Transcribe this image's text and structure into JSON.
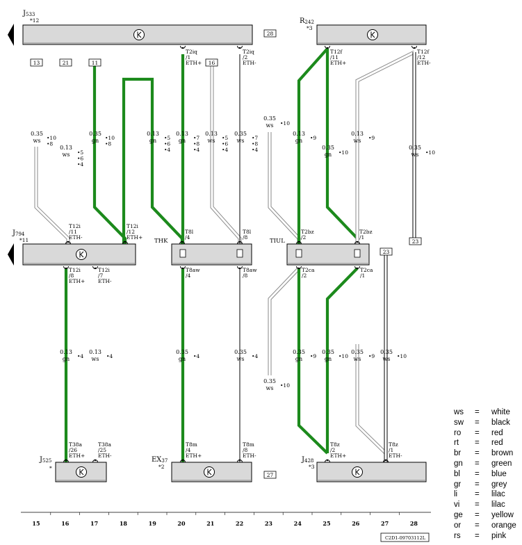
{
  "components": {
    "J533": {
      "name": "J",
      "sub": "533",
      "loc": "12"
    },
    "R242": {
      "name": "R",
      "sub": "242",
      "loc": "3"
    },
    "J794": {
      "name": "J",
      "sub": "794",
      "loc": "11"
    },
    "J525": {
      "name": "J",
      "sub": "525",
      "loc": ""
    },
    "EX37": {
      "name": "EX",
      "sub": "37",
      "loc": "2"
    },
    "J428": {
      "name": "J",
      "sub": "428",
      "loc": "3"
    }
  },
  "connectors": {
    "T2iq_1": [
      "T2iq",
      "/1",
      "ETH+"
    ],
    "T2iq_2": [
      "T2iq",
      "/2",
      "ETH-"
    ],
    "T12f_11": [
      "T12f",
      "/11",
      "ETH+"
    ],
    "T12f_12": [
      "T12f",
      "/12",
      "ETH-"
    ],
    "T12i_11": [
      "T12i",
      "/11",
      "ETH-"
    ],
    "T12i_12": [
      "T12i",
      "/12",
      "ETH+"
    ],
    "T8l_4": [
      "T8l",
      "/4"
    ],
    "T8l_8": [
      "T8l",
      "/8"
    ],
    "T2bz_2": [
      "T2bz",
      "/2"
    ],
    "T2bz_1": [
      "T2bz",
      "/1"
    ],
    "T12i_8": [
      "T12i",
      "/8",
      "ETH+"
    ],
    "T12i_7": [
      "T12i",
      "/7",
      "ETH-"
    ],
    "T8aw_4": [
      "T8aw",
      "/4"
    ],
    "T8aw_8": [
      "T8aw",
      "/8"
    ],
    "T2ca_2": [
      "T2ca",
      "/2"
    ],
    "T2ca_1": [
      "T2ca",
      "/1"
    ],
    "T38a_26": [
      "T38a",
      "/26",
      "ETH+"
    ],
    "T38a_25": [
      "T38a",
      "/25",
      "ETH-"
    ],
    "T8m_4": [
      "T8m",
      "/4",
      "ETH+"
    ],
    "T8m_8": [
      "T8m",
      "/8",
      "ETH-"
    ],
    "T8z_2": [
      "T8z",
      "/2",
      "ETH+"
    ],
    "T8z_1": [
      "T8z",
      "/1",
      "ETH-"
    ]
  },
  "splice_labels": {
    "thk": "THK",
    "tiul": "TIUL"
  },
  "refs": {
    "r28": "28",
    "r13": "13",
    "r21": "21",
    "r11": "11",
    "r16": "16",
    "r23a": "23",
    "r23b": "23",
    "r27": "27"
  },
  "wires": {
    "w1": {
      "size": "0.35",
      "color": "ws",
      "dots": [
        "10",
        "8"
      ]
    },
    "w2": {
      "size": "0.13",
      "color": "ws",
      "dots": [
        "5",
        "6",
        "4"
      ]
    },
    "w3": {
      "size": "0.35",
      "color": "gn",
      "dots": [
        "10",
        "8"
      ]
    },
    "w4": {
      "size": "0.13",
      "color": "gn",
      "dots": [
        "5",
        "6",
        "4"
      ]
    },
    "w5": {
      "size": "0.13",
      "color": "gn",
      "dots": [
        "7",
        "8",
        "4"
      ]
    },
    "w6": {
      "size": "0.13",
      "color": "ws",
      "dots": [
        "5",
        "6",
        "4"
      ]
    },
    "w7": {
      "size": "0.35",
      "color": "ws",
      "dots": [
        "7",
        "8",
        "4"
      ]
    },
    "w8": {
      "size": "0.35",
      "color": "ws",
      "dots": [
        "10"
      ]
    },
    "w9": {
      "size": "0.13",
      "color": "gn",
      "dots": [
        "9"
      ]
    },
    "w10": {
      "size": "0.35",
      "color": "gn",
      "dots": [
        "10"
      ]
    },
    "w11": {
      "size": "0.13",
      "color": "ws",
      "dots": [
        "9"
      ]
    },
    "w12": {
      "size": "0.35",
      "color": "ws",
      "dots": [
        "10"
      ]
    },
    "w13": {
      "size": "0.13",
      "color": "gn",
      "dots": [
        "4"
      ]
    },
    "w14": {
      "size": "0.13",
      "color": "ws",
      "dots": [
        "4"
      ]
    },
    "w15": {
      "size": "0.35",
      "color": "gn",
      "dots": [
        "4"
      ]
    },
    "w16": {
      "size": "0.35",
      "color": "ws",
      "dots": [
        "4"
      ]
    },
    "w17": {
      "size": "0.35",
      "color": "ws",
      "dots": [
        "10"
      ]
    },
    "w18": {
      "size": "0.35",
      "color": "gn",
      "dots": [
        "9"
      ]
    },
    "w19": {
      "size": "0.35",
      "color": "gn",
      "dots": [
        "10"
      ]
    },
    "w20": {
      "size": "0.35",
      "color": "ws",
      "dots": [
        "9"
      ]
    },
    "w21": {
      "size": "0.35",
      "color": "ws",
      "dots": [
        "10"
      ]
    }
  },
  "columns": [
    "15",
    "16",
    "17",
    "18",
    "19",
    "20",
    "21",
    "22",
    "23",
    "24",
    "25",
    "26",
    "27",
    "28"
  ],
  "legend": [
    {
      "code": "ws",
      "eq": "=",
      "name": "white"
    },
    {
      "code": "sw",
      "eq": "=",
      "name": "black"
    },
    {
      "code": "ro",
      "eq": "=",
      "name": "red"
    },
    {
      "code": "rt",
      "eq": "=",
      "name": "red"
    },
    {
      "code": "br",
      "eq": "=",
      "name": "brown"
    },
    {
      "code": "gn",
      "eq": "=",
      "name": "green"
    },
    {
      "code": "bl",
      "eq": "=",
      "name": "blue"
    },
    {
      "code": "gr",
      "eq": "=",
      "name": "grey"
    },
    {
      "code": "li",
      "eq": "=",
      "name": "lilac"
    },
    {
      "code": "vi",
      "eq": "=",
      "name": "lilac"
    },
    {
      "code": "ge",
      "eq": "=",
      "name": "yellow"
    },
    {
      "code": "or",
      "eq": "=",
      "name": "orange"
    },
    {
      "code": "rs",
      "eq": "=",
      "name": "pink"
    }
  ],
  "footer_code": "C2D1-09703112L",
  "colors": {
    "green": "#1c8a1c",
    "component_fill": "#d9d9d9",
    "line": "#000000"
  }
}
